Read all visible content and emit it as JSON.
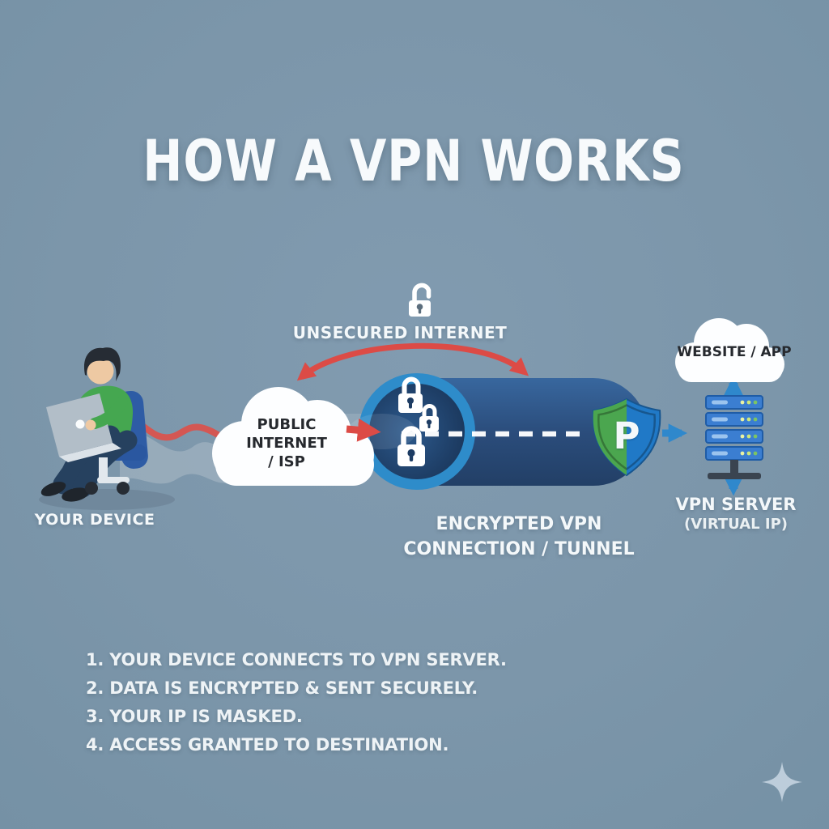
{
  "title": "HOW A VPN WORKS",
  "colors": {
    "background": "#7c96aa",
    "text_light": "#f4f8fa",
    "text_dark": "#26292e",
    "arrow_red": "#dc4b46",
    "arrow_blue": "#2f88cc",
    "tunnel_body": "#2c4f7e",
    "tunnel_ring": "#2e8cca",
    "shield_green": "#4ba64f",
    "shield_blue": "#2079c7",
    "server_blue": "#3b7ed1",
    "shirt_green": "#45a750",
    "cloud_white": "#ffffff"
  },
  "icons": {
    "unsecured": "open-padlock-icon",
    "tunnel_locks": "closed-padlock-icon",
    "shield": "vpn-shield-icon",
    "sparkle": "sparkle-icon"
  },
  "labels": {
    "unsecured_internet": "UNSECURED INTERNET",
    "your_device": "YOUR DEVICE",
    "public_cloud_line1": "PUBLIC",
    "public_cloud_line2": "INTERNET",
    "public_cloud_line3": "/ ISP",
    "tunnel_line1": "ENCRYPTED VPN",
    "tunnel_line2": "CONNECTION / TUNNEL",
    "shield_letter": "P",
    "website_cloud": "WEBSITE / APP",
    "vpn_server": "VPN SERVER",
    "virtual_ip": "(VIRTUAL IP)"
  },
  "steps": [
    "1. YOUR DEVICE CONNECTS TO VPN SERVER.",
    "2. DATA IS ENCRYPTED & SENT SECURELY.",
    "3. YOUR IP IS MASKED.",
    "4. ACCESS GRANTED TO DESTINATION."
  ]
}
